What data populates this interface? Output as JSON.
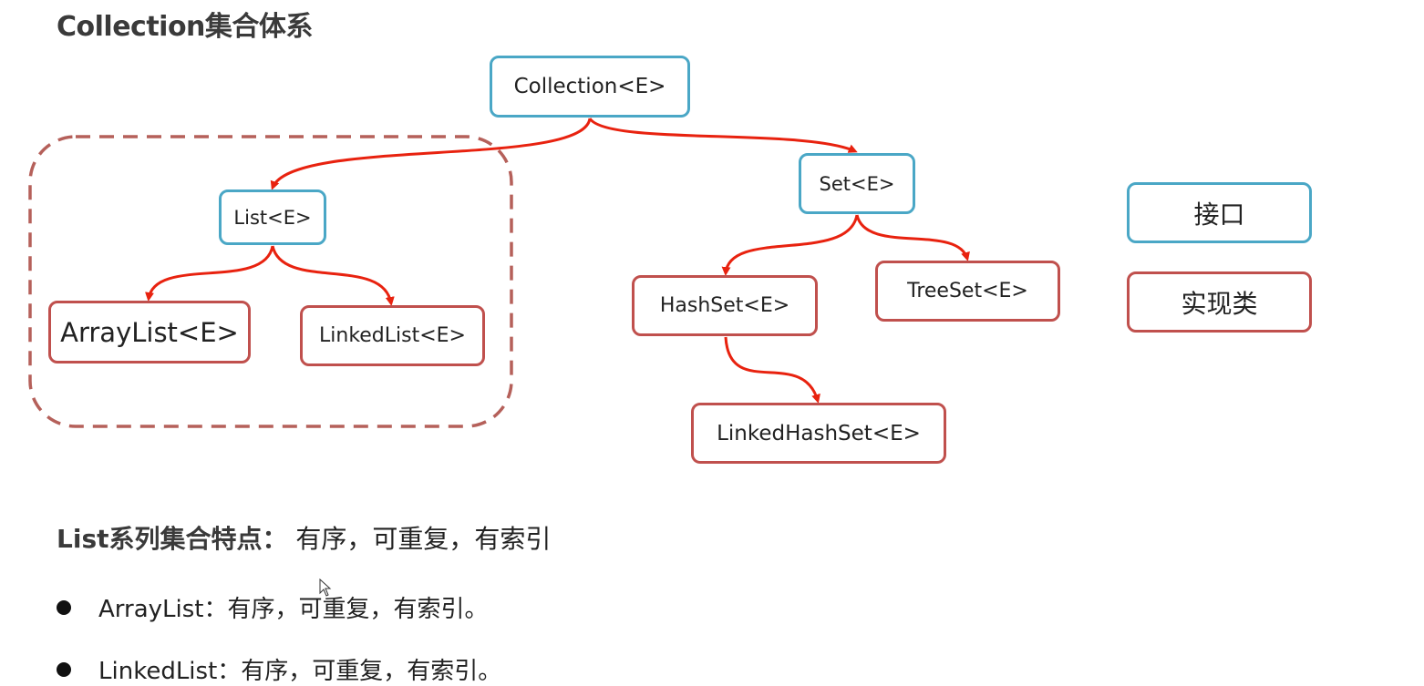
{
  "title": "Collection集合体系",
  "nodes": {
    "collection": "Collection<E>",
    "list": "List<E>",
    "set": "Set<E>",
    "arraylist": "ArrayList<E>",
    "linkedlist": "LinkedList<E>",
    "hashset": "HashSet<E>",
    "treeset": "TreeSet<E>",
    "linkedhashset": "LinkedHashSet<E>"
  },
  "legend": {
    "interface": "接口",
    "implementation": "实现类"
  },
  "summary": {
    "lead": "List系列集合特点：",
    "text": "有序，可重复，有索引"
  },
  "bullets": [
    {
      "name": "ArrayList",
      "text": "ArrayList：有序，可重复，有索引。"
    },
    {
      "name": "LinkedList",
      "text": "LinkedList：有序，可重复，有索引。"
    }
  ],
  "colors": {
    "interface_border": "#4aa7c6",
    "implementation_border": "#c0504d",
    "arrow": "#e8220f",
    "group_dash": "#b5605a"
  }
}
